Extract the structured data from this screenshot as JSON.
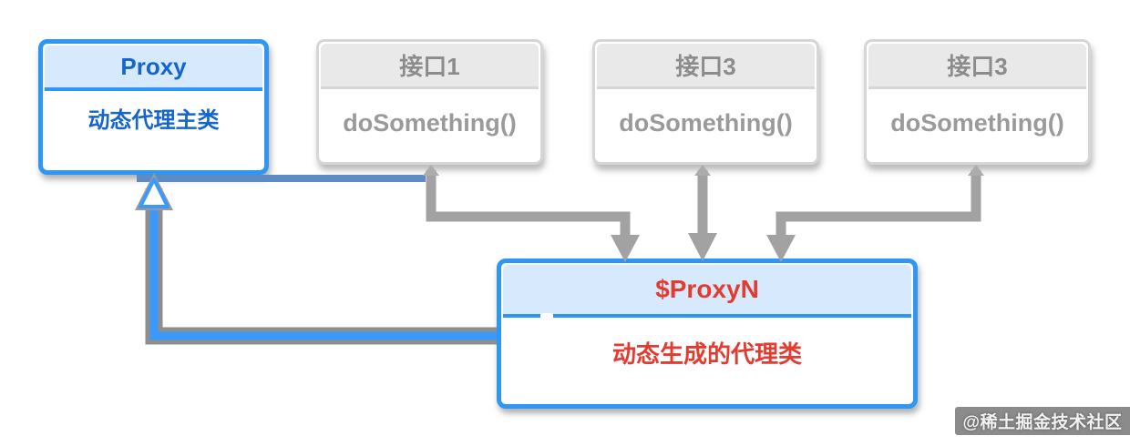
{
  "diagram": {
    "type": "class-diagram",
    "nodes": [
      {
        "id": "proxy",
        "title": "Proxy",
        "body": "动态代理主类",
        "style": "blue",
        "title_color": "#1565CE",
        "body_color": "#1565CE"
      },
      {
        "id": "interface-1",
        "title": "接口1",
        "body": "doSomething()",
        "style": "gray",
        "title_color": "#8C8C8C",
        "body_color": "#9A9A9A"
      },
      {
        "id": "interface-2",
        "title": "接口3",
        "body": "doSomething()",
        "style": "gray",
        "title_color": "#8C8C8C",
        "body_color": "#9A9A9A"
      },
      {
        "id": "interface-3",
        "title": "接口3",
        "body": "doSomething()",
        "style": "gray",
        "title_color": "#8C8C8C",
        "body_color": "#9A9A9A"
      },
      {
        "id": "proxy-n",
        "title": "$ProxyN",
        "body": "动态生成的代理类",
        "style": "blue",
        "title_color": "#E23B30",
        "body_color": "#E23B30"
      }
    ],
    "edges": [
      {
        "from": "interface-1",
        "to": "proxy-n",
        "kind": "solid-arrow-down",
        "color": "#A2A2A2"
      },
      {
        "from": "interface-2",
        "to": "proxy-n",
        "kind": "solid-arrow-down",
        "color": "#A2A2A2"
      },
      {
        "from": "interface-3",
        "to": "proxy-n",
        "kind": "solid-arrow-down",
        "color": "#A2A2A2"
      },
      {
        "from": "proxy-n",
        "to": "proxy",
        "kind": "hollow-triangle-extends",
        "color": "#3B99FC",
        "outline_color": "#8E8E8E"
      },
      {
        "from": "proxy",
        "to": "interface-1-connector",
        "kind": "plain-line",
        "color": "#5E8CC2"
      }
    ],
    "colors": {
      "blue_border": "#2F96F5",
      "blue_header_fill": "#D7E9FC",
      "blue_text": "#1565CE",
      "red_text": "#E23B30",
      "gray_border": "#D6D6D6",
      "gray_header_fill": "#E9E9E9",
      "gray_title_text": "#8C8C8C",
      "gray_body_text": "#9A9A9A",
      "connector_gray": "#A2A2A2",
      "connector_blue": "#3B99FC",
      "connector_blue_outline": "#8E8E8E",
      "steel_line": "#5E8CC2",
      "background": "#FFFFFF"
    },
    "watermark": {
      "text": "@稀土掘金技术社区"
    }
  }
}
